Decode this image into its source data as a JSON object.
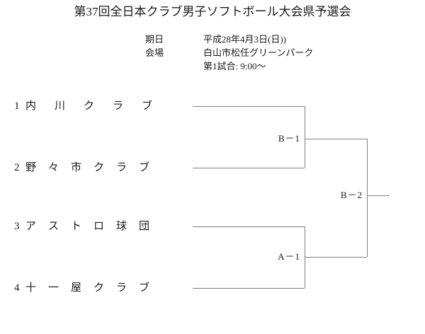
{
  "header": {
    "title": "第37回全日本クラブ男子ソフトボール大会県予選会",
    "info": [
      {
        "label": "期日",
        "value": "平成28年4月3日(日))"
      },
      {
        "label": "会場",
        "value": "白山市松任グリーンパーク"
      }
    ],
    "sub_note": "第1試合: 9:00～"
  },
  "bracket": {
    "seeds": [
      {
        "number": "1",
        "name": "内川クラブ"
      },
      {
        "number": "2",
        "name": "野々市クラブ"
      },
      {
        "number": "3",
        "name": "アストロ球団"
      },
      {
        "number": "4",
        "name": "十一屋クラブ"
      }
    ],
    "matches": [
      {
        "id": "upper-semifinal",
        "label": "B－1"
      },
      {
        "id": "lower-semifinal",
        "label": "A－1"
      },
      {
        "id": "final",
        "label": "B－2"
      }
    ]
  },
  "colors": {
    "line": "#808080",
    "text": "#1a1a1a",
    "background": "#ffffff"
  }
}
